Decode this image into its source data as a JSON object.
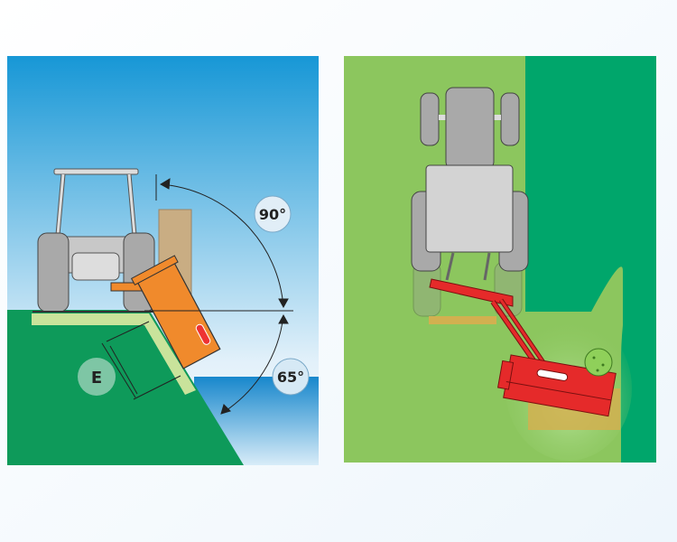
{
  "side_view": {
    "angle_up_label": "90°",
    "angle_down_label": "65°",
    "reach_label": "E"
  },
  "top_view": {},
  "colors": {
    "sky_top": "#1797d6",
    "sky_bottom": "#e6f3fb",
    "water": "#1a8fd0",
    "ground": "#0e9a5a",
    "verge": "#c9e39b",
    "mower_side": "#f08a2c",
    "field_light": "#8cc65e",
    "field_dark": "#00a66b",
    "mower_top": "#e52a2a",
    "tractor_grey": "#b9b9b9"
  }
}
